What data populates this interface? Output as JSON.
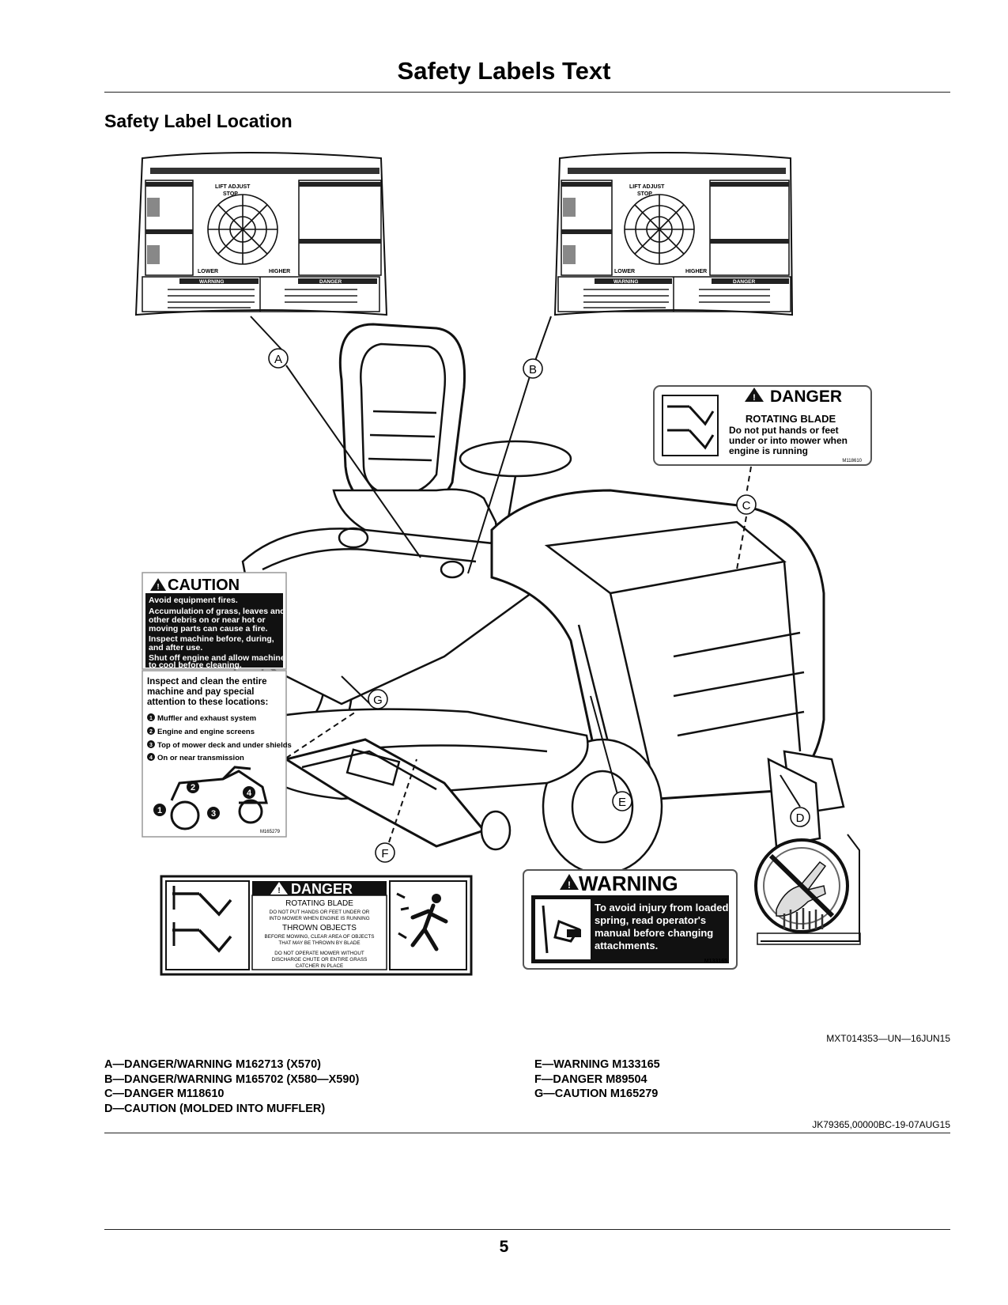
{
  "page": {
    "title": "Safety Labels Text",
    "section_heading": "Safety Label Location",
    "figure_id": "MXT014353—UN—16JUN15",
    "document_ref": "JK79365,00000BC-19-07AUG15",
    "page_number": "5"
  },
  "callouts": [
    "A",
    "B",
    "C",
    "D",
    "E",
    "F",
    "G"
  ],
  "labels": {
    "panel_a": {
      "lift_adjust": "LIFT ADJUST",
      "stop": "STOP",
      "lower": "LOWER",
      "higher": "HIGHER",
      "warning": "WARNING",
      "danger": "DANGER"
    },
    "panel_b": {
      "lift_adjust": "LIFT ADJUST",
      "stop": "STOP",
      "lower": "LOWER",
      "higher": "HIGHER",
      "warning": "WARNING",
      "danger": "DANGER"
    },
    "danger_c": {
      "header": "DANGER",
      "title": "ROTATING BLADE",
      "line1": "Do not put hands or feet",
      "line2": "under or into mower when",
      "line3": "engine is running",
      "part": "M118610"
    },
    "caution_g": {
      "header": "CAUTION",
      "line1": "Avoid equipment fires.",
      "line2": "Accumulation of grass, leaves and",
      "line3": "other debris on or near hot or",
      "line4": "moving parts can cause a fire.",
      "line5": "Inspect machine before, during,",
      "line6": "and after use.",
      "line7": "Shut off engine and allow machine",
      "line8": "to cool before cleaning.",
      "inspect1": "Inspect and clean the entire",
      "inspect2": "machine and pay special",
      "inspect3": "attention to these locations:",
      "item1": "Muffler and exhaust system",
      "item2": "Engine and engine screens",
      "item3": "Top of mower deck and under shields",
      "item4": "On or near transmission",
      "part": "M165279"
    },
    "danger_f": {
      "header": "DANGER",
      "title1": "ROTATING BLADE",
      "line1": "DO NOT PUT HANDS OR FEET UNDER OR",
      "line2": "INTO MOWER WHEN ENGINE IS RUNNING",
      "title2": "THROWN OBJECTS",
      "line3": "BEFORE MOWING, CLEAR AREA OF OBJECTS",
      "line4": "THAT MAY BE THROWN BY BLADE",
      "line5": "DO NOT OPERATE MOWER WITHOUT",
      "line6": "DISCHARGE CHUTE OR ENTIRE GRASS",
      "line7": "CATCHER IN PLACE"
    },
    "warning_e": {
      "header": "WARNING",
      "line1": "To avoid injury from loaded",
      "line2": "spring, read operator's",
      "line3": "manual before changing",
      "line4": "attachments.",
      "part": "M133165"
    }
  },
  "legend": {
    "left": [
      "A—DANGER/WARNING M162713 (X570)",
      "B—DANGER/WARNING M165702 (X580—X590)",
      "C—DANGER M118610",
      "D—CAUTION (MOLDED INTO MUFFLER)"
    ],
    "right": [
      "E—WARNING M133165",
      "F—DANGER M89504",
      "G—CAUTION M165279"
    ]
  }
}
